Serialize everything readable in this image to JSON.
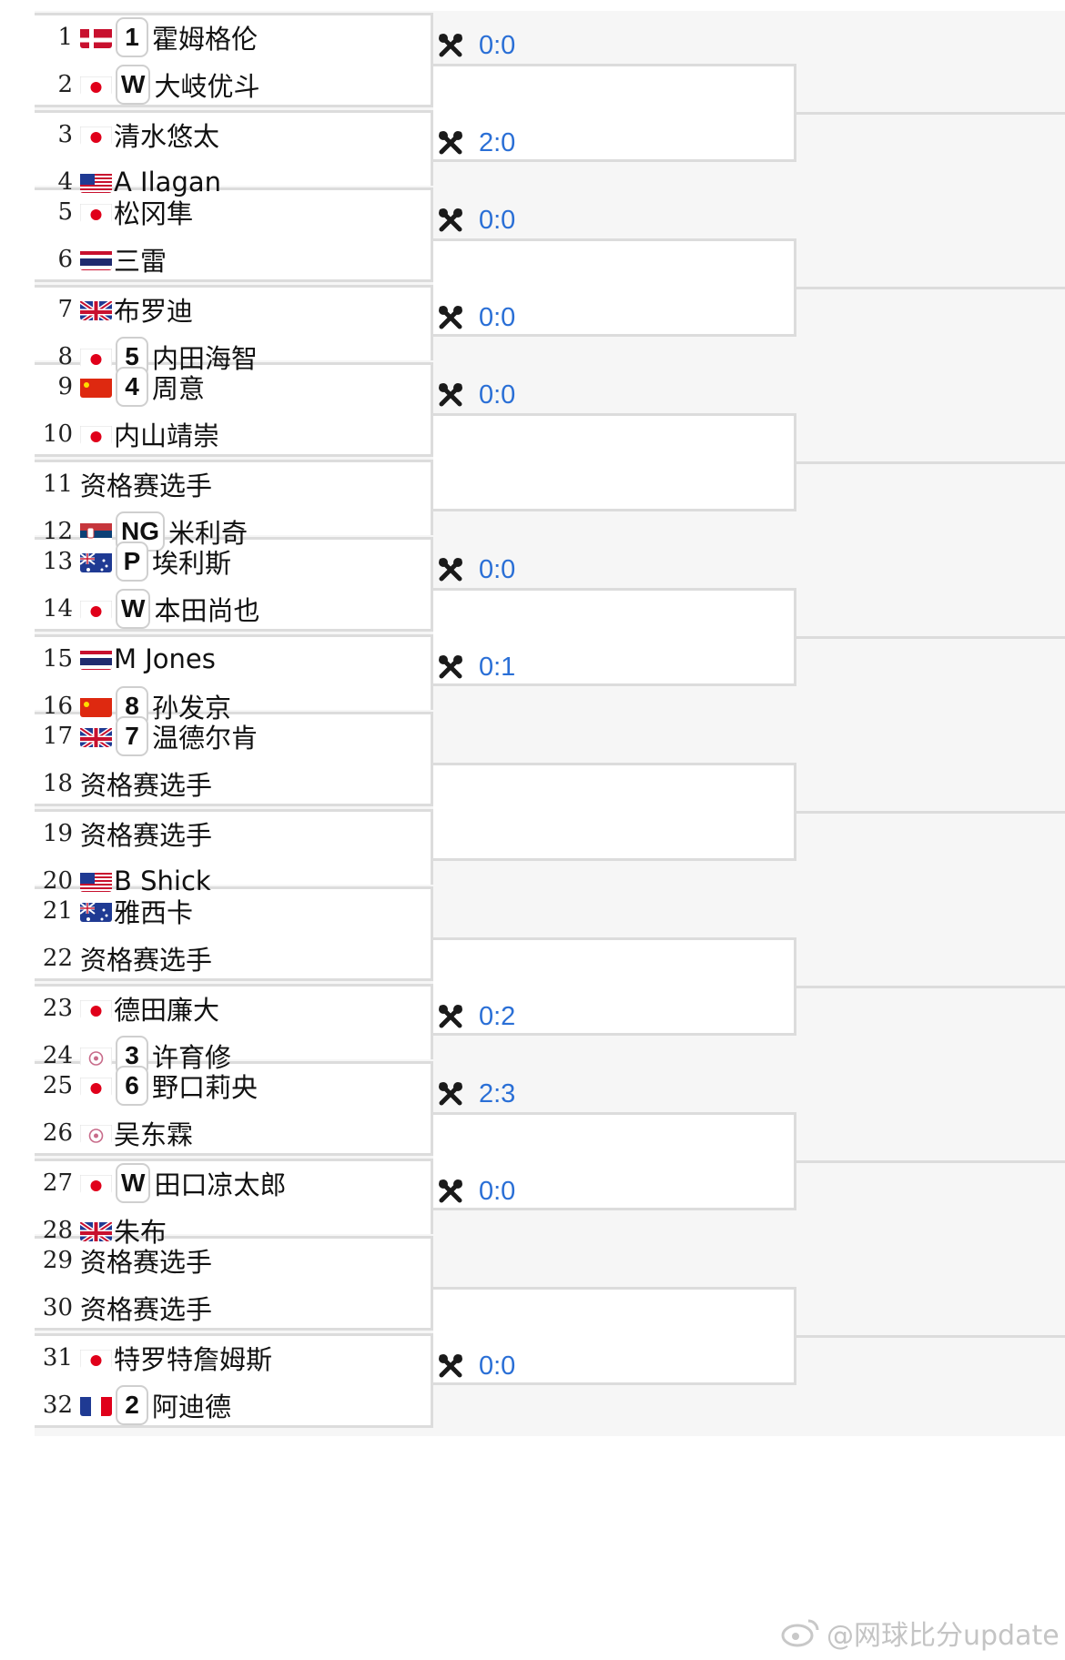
{
  "players": [
    {
      "num": "1",
      "flag": "dk",
      "seed": "1",
      "name": "霍姆格伦"
    },
    {
      "num": "2",
      "flag": "jp",
      "seed": "W",
      "name": "大岐优斗"
    },
    {
      "num": "3",
      "flag": "jp",
      "seed": "",
      "name": "清水悠太"
    },
    {
      "num": "4",
      "flag": "us",
      "seed": "",
      "name": "A Ilagan"
    },
    {
      "num": "5",
      "flag": "jp",
      "seed": "",
      "name": "松冈隼"
    },
    {
      "num": "6",
      "flag": "th",
      "seed": "",
      "name": "三雷"
    },
    {
      "num": "7",
      "flag": "gb",
      "seed": "",
      "name": "布罗迪"
    },
    {
      "num": "8",
      "flag": "jp",
      "seed": "5",
      "name": "内田海智"
    },
    {
      "num": "9",
      "flag": "cn",
      "seed": "4",
      "name": "周意"
    },
    {
      "num": "10",
      "flag": "jp",
      "seed": "",
      "name": "内山靖崇"
    },
    {
      "num": "11",
      "flag": "",
      "seed": "",
      "name": "资格赛选手"
    },
    {
      "num": "12",
      "flag": "rs",
      "seed": "NG",
      "name": "米利奇"
    },
    {
      "num": "13",
      "flag": "au",
      "seed": "P",
      "name": "埃利斯"
    },
    {
      "num": "14",
      "flag": "jp",
      "seed": "W",
      "name": "本田尚也"
    },
    {
      "num": "15",
      "flag": "th",
      "seed": "",
      "name": "M Jones"
    },
    {
      "num": "16",
      "flag": "cn",
      "seed": "8",
      "name": "孙发京"
    },
    {
      "num": "17",
      "flag": "gb",
      "seed": "7",
      "name": "温德尔肯"
    },
    {
      "num": "18",
      "flag": "",
      "seed": "",
      "name": "资格赛选手"
    },
    {
      "num": "19",
      "flag": "",
      "seed": "",
      "name": "资格赛选手"
    },
    {
      "num": "20",
      "flag": "us",
      "seed": "",
      "name": "B Shick"
    },
    {
      "num": "21",
      "flag": "au",
      "seed": "",
      "name": "雅西卡"
    },
    {
      "num": "22",
      "flag": "",
      "seed": "",
      "name": "资格赛选手"
    },
    {
      "num": "23",
      "flag": "jp",
      "seed": "",
      "name": "德田廉大"
    },
    {
      "num": "24",
      "flag": "tw",
      "seed": "3",
      "name": "许育修"
    },
    {
      "num": "25",
      "flag": "jp",
      "seed": "6",
      "name": "野口莉央"
    },
    {
      "num": "26",
      "flag": "tw",
      "seed": "",
      "name": "吴东霖"
    },
    {
      "num": "27",
      "flag": "jp",
      "seed": "W",
      "name": "田口凉太郎"
    },
    {
      "num": "28",
      "flag": "gb",
      "seed": "",
      "name": "朱布"
    },
    {
      "num": "29",
      "flag": "",
      "seed": "",
      "name": "资格赛选手"
    },
    {
      "num": "30",
      "flag": "",
      "seed": "",
      "name": "资格赛选手"
    },
    {
      "num": "31",
      "flag": "jp",
      "seed": "",
      "name": "特罗特詹姆斯"
    },
    {
      "num": "32",
      "flag": "fr",
      "seed": "2",
      "name": "阿迪德"
    }
  ],
  "matches": [
    {
      "score": "0:0"
    },
    {
      "score": "2:0"
    },
    {
      "score": "0:0"
    },
    {
      "score": "0:0"
    },
    {
      "score": "0:0"
    },
    {
      "score": ""
    },
    {
      "score": "0:0"
    },
    {
      "score": "0:1"
    },
    {
      "score": ""
    },
    {
      "score": ""
    },
    {
      "score": ""
    },
    {
      "score": "0:2"
    },
    {
      "score": "2:3"
    },
    {
      "score": "0:0"
    },
    {
      "score": ""
    },
    {
      "score": "0:0"
    }
  ],
  "score_icon": "crossed-rackets-icon",
  "watermark": "@网球比分update"
}
